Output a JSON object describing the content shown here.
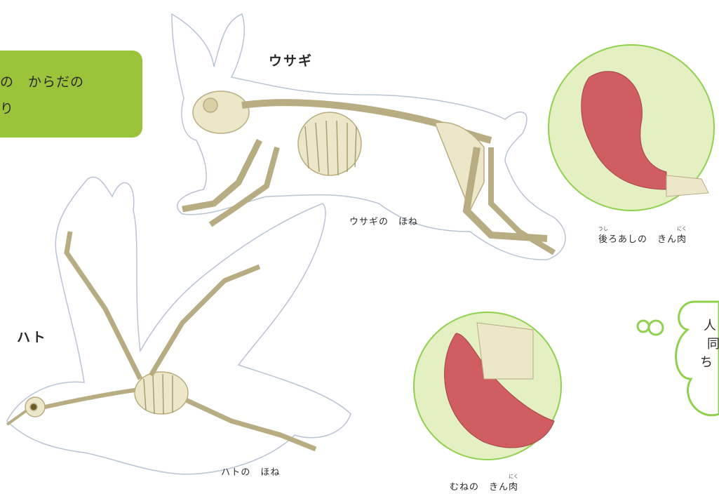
{
  "title": {
    "line1": "の　からだの",
    "line2": "り"
  },
  "rabbit": {
    "name": "ウサギ",
    "bones_caption": "ウサギの　ほね",
    "muscle_caption": {
      "part1_ruby_base": "後",
      "part1_ruby_reading": "うし",
      "part1_rest": "ろあしの　きん",
      "part2_ruby_base": "肉",
      "part2_ruby_reading": "にく"
    }
  },
  "pigeon": {
    "name": "ハト",
    "bones_caption": "ハトの　ほね",
    "muscle_caption": {
      "part1": "むねの　きん",
      "part2_ruby_base": "肉",
      "part2_ruby_reading": "にく"
    }
  },
  "thought_bubble": {
    "line1": "人",
    "line2": "同",
    "line3": "ち"
  },
  "colors": {
    "title_green": "#9bc43b",
    "bubble_green": "#8fd14f",
    "circle_bg": "#e4efc2",
    "bone": "#ece7c9",
    "muscle": "#cf5d62",
    "outline": "#b9c3d3"
  }
}
